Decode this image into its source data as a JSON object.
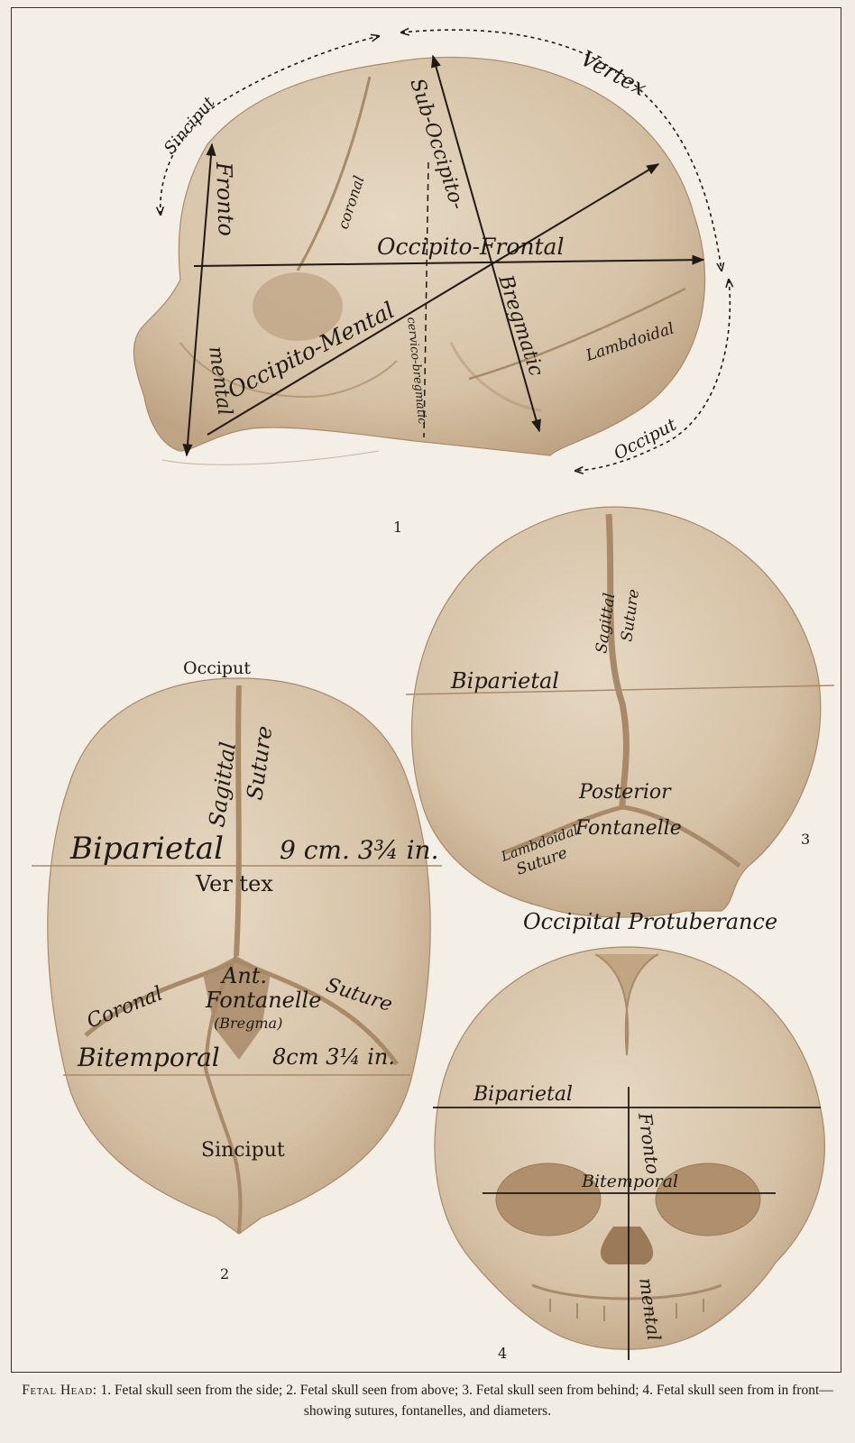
{
  "colors": {
    "skull": "#d9c8b0",
    "suture": "#a88a68",
    "ink": "#1f1a14",
    "bg": "#f3efe6"
  },
  "figure1": {
    "number": "1",
    "labels": {
      "sinciput": "Sinciput",
      "vertex": "Vertex",
      "occiput": "Occiput",
      "fronto": "Fronto",
      "mental": "mental",
      "coronal": "coronal",
      "sub_occipito": "Sub-Occipito-",
      "bregmatic": "Bregmatic",
      "occipito_frontal": "Occipito-Frontal",
      "occipito_mental": "Occipito-Mental",
      "cervico_bregmatic": "cervico-bregmatic",
      "lambdoidal": "Lambdoidal"
    }
  },
  "figure2": {
    "number": "2",
    "labels": {
      "occiput": "Occiput",
      "sagittal": "Sagittal",
      "suture": "Suture",
      "biparietal": "Biparietal",
      "biparietal_measure": "9 cm. 3¾ in.",
      "vertex": "Ver tex",
      "coronal": "Coronal",
      "suture2": "Suture",
      "ant": "Ant.",
      "fontanelle": "Fontanelle",
      "bregma": "(Bregma)",
      "bitemporal": "Bitemporal",
      "bitemporal_measure": "8cm 3¼ in.",
      "sinciput": "Sinciput"
    }
  },
  "figure3": {
    "number": "3",
    "labels": {
      "sagittal": "Sagittal",
      "suture": "Suture",
      "biparietal": "Biparietal",
      "posterior": "Posterior",
      "fontanelle": "Fontanelle",
      "lambdoidal": "Lambdoidal",
      "suture2": "Suture",
      "occipital_protuberance": "Occipital Protuberance"
    }
  },
  "figure4": {
    "number": "4",
    "labels": {
      "biparietal": "Biparietal",
      "fronto": "Fronto",
      "bitemporal": "Bitemporal",
      "mental": "mental"
    }
  },
  "caption": {
    "lead": "Fetal Head:",
    "text": "1. Fetal skull seen from the side;  2. Fetal skull seen from above;  3. Fetal skull seen from behind;  4. Fetal skull seen from in front—showing sutures, fontanelles, and diameters."
  }
}
